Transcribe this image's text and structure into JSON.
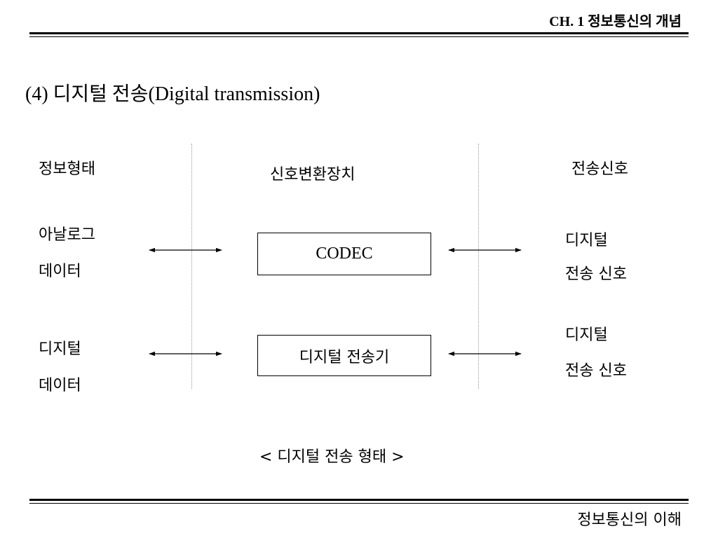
{
  "header": {
    "chapter": "CH. 1 정보통신의 개념"
  },
  "section": {
    "title": "(4) 디지털 전송(Digital transmission)"
  },
  "columns": {
    "info_form": "정보형태",
    "converter": "신호변환장치",
    "signal": "전송신호"
  },
  "rows": [
    {
      "data_line1": "아날로그",
      "data_line2": "데이터",
      "device": "CODEC",
      "signal_line1": "디지털",
      "signal_line2": "전송 신호"
    },
    {
      "data_line1": "디지털",
      "data_line2": "데이터",
      "device": "디지털 전송기",
      "signal_line1": "디지털",
      "signal_line2": "전송 신호"
    }
  ],
  "caption": "< 디지털 전송 형태 >",
  "footer": {
    "title": "정보통신의 이해"
  }
}
